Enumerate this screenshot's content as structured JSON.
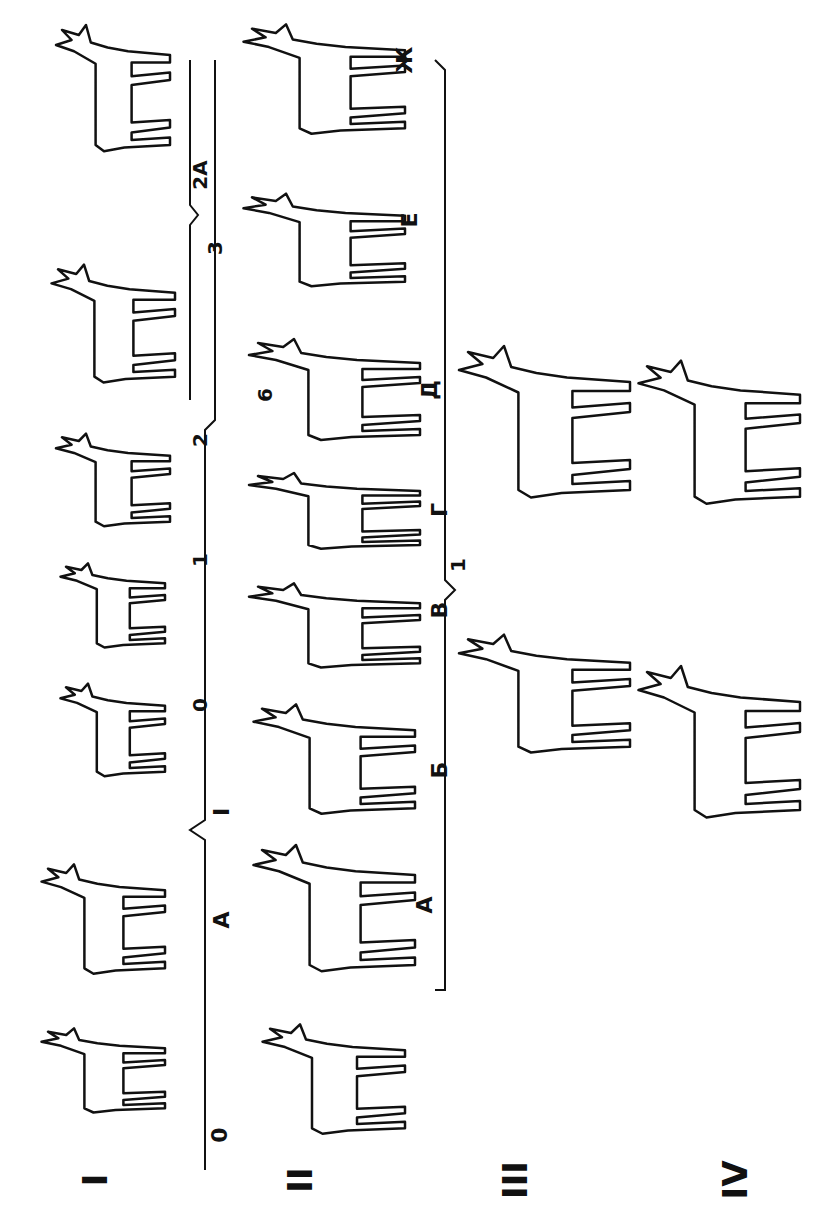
{
  "diagram": {
    "labels": [
      "I",
      "II",
      "III",
      "IV",
      "0",
      "А",
      "I",
      "0",
      "1",
      "2",
      "3",
      "2А",
      "А",
      "Б",
      "В",
      "Г",
      "Д",
      "Е",
      "Ж",
      "6",
      "1"
    ]
  }
}
